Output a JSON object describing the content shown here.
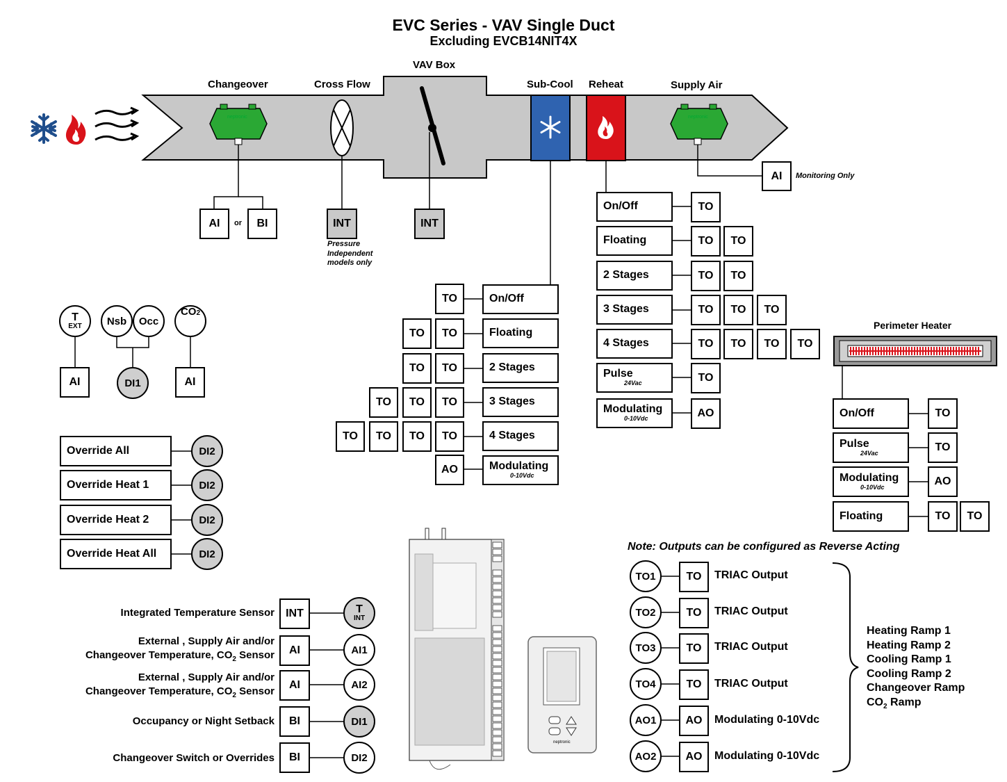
{
  "title": "EVC Series - VAV Single Duct",
  "subtitle": "Excluding EVCB14NIT4X",
  "duct": {
    "changeover": "Changeover",
    "cross_flow": "Cross Flow",
    "vav_box": "VAV Box",
    "sub_cool": "Sub-Cool",
    "reheat": "Reheat",
    "supply_air": "Supply Air",
    "sensor_brand": "neptronic"
  },
  "changeover_io": {
    "ai": "AI",
    "or": "or",
    "bi": "BI"
  },
  "cross_flow_io": {
    "int": "INT",
    "note_line1": "Pressure",
    "note_line2": "Independent",
    "note_line3": "models only"
  },
  "vav_io": {
    "int": "INT"
  },
  "supply_io": {
    "ai": "AI",
    "note": "Monitoring Only"
  },
  "subcool": {
    "outputs": [
      {
        "label": "On/Off",
        "sub": "",
        "tos": [
          "TO"
        ]
      },
      {
        "label": "Floating",
        "sub": "",
        "tos": [
          "TO",
          "TO"
        ]
      },
      {
        "label": "2 Stages",
        "sub": "",
        "tos": [
          "TO",
          "TO"
        ]
      },
      {
        "label": "3 Stages",
        "sub": "",
        "tos": [
          "TO",
          "TO",
          "TO"
        ]
      },
      {
        "label": "4 Stages",
        "sub": "",
        "tos": [
          "TO",
          "TO",
          "TO",
          "TO"
        ]
      },
      {
        "label": "Modulating",
        "sub": "0-10Vdc",
        "tos": [
          "AO"
        ]
      }
    ]
  },
  "reheat": {
    "outputs": [
      {
        "label": "On/Off",
        "sub": "",
        "tos": [
          "TO"
        ]
      },
      {
        "label": "Floating",
        "sub": "",
        "tos": [
          "TO",
          "TO"
        ]
      },
      {
        "label": "2 Stages",
        "sub": "",
        "tos": [
          "TO",
          "TO"
        ]
      },
      {
        "label": "3 Stages",
        "sub": "",
        "tos": [
          "TO",
          "TO",
          "TO"
        ]
      },
      {
        "label": "4 Stages",
        "sub": "",
        "tos": [
          "TO",
          "TO",
          "TO",
          "TO"
        ]
      },
      {
        "label": "Pulse",
        "sub": "24Vac",
        "tos": [
          "TO"
        ]
      },
      {
        "label": "Modulating",
        "sub": "0-10Vdc",
        "tos": [
          "AO"
        ]
      }
    ]
  },
  "perimeter": {
    "title": "Perimeter Heater",
    "outputs": [
      {
        "label": "On/Off",
        "sub": "",
        "tos": [
          "TO"
        ]
      },
      {
        "label": "Pulse",
        "sub": "24Vac",
        "tos": [
          "TO"
        ]
      },
      {
        "label": "Modulating",
        "sub": "0-10Vdc",
        "tos": [
          "AO"
        ]
      },
      {
        "label": "Floating",
        "sub": "",
        "tos": [
          "TO",
          "TO"
        ]
      }
    ]
  },
  "room_sensors": {
    "text": {
      "t": "T",
      "ext": "EXT",
      "ai": "AI"
    },
    "nsb": "Nsb",
    "occ": "Occ",
    "di1": "DI1",
    "co2": {
      "co": "CO",
      "two": "2",
      "ai": "AI"
    }
  },
  "overrides": [
    {
      "label": "Override All",
      "di": "DI2"
    },
    {
      "label": "Override Heat 1",
      "di": "DI2"
    },
    {
      "label": "Override Heat 2",
      "di": "DI2"
    },
    {
      "label": "Override Heat All",
      "di": "DI2"
    }
  ],
  "inputs": [
    {
      "line1": "Integrated Temperature Sensor",
      "line2": "",
      "type": "INT",
      "term": "T",
      "term_sub": "INT",
      "gray": true
    },
    {
      "line1": "External , Supply Air and/or",
      "line2": "Changeover Temperature, CO",
      "line2_sub": "2",
      "line2_end": " Sensor",
      "type": "AI",
      "term": "AI1",
      "term_sub": "",
      "gray": false
    },
    {
      "line1": "External , Supply Air and/or",
      "line2": "Changeover Temperature, CO",
      "line2_sub": "2",
      "line2_end": " Sensor",
      "type": "AI",
      "term": "AI2",
      "term_sub": "",
      "gray": false
    },
    {
      "line1": "Occupancy or Night Setback",
      "line2": "",
      "type": "BI",
      "term": "DI1",
      "term_sub": "",
      "gray": true
    },
    {
      "line1": "Changeover Switch or Overrides",
      "line2": "",
      "type": "BI",
      "term": "DI2",
      "term_sub": "",
      "gray": false
    }
  ],
  "device": {
    "brand": "neptronic"
  },
  "note": "Note: Outputs can be configured as Reverse Acting",
  "outputs_table": [
    {
      "term": "TO1",
      "type": "TO",
      "desc": "TRIAC Output"
    },
    {
      "term": "TO2",
      "type": "TO",
      "desc": "TRIAC Output"
    },
    {
      "term": "TO3",
      "type": "TO",
      "desc": "TRIAC Output"
    },
    {
      "term": "TO4",
      "type": "TO",
      "desc": "TRIAC Output"
    },
    {
      "term": "AO1",
      "type": "AO",
      "desc": "Modulating 0-10Vdc"
    },
    {
      "term": "AO2",
      "type": "AO",
      "desc": "Modulating 0-10Vdc"
    }
  ],
  "ramps": [
    "Heating Ramp 1",
    "Heating Ramp 2",
    "Cooling Ramp 1",
    "Cooling Ramp 2",
    "Changeover Ramp",
    "CO"
  ],
  "ramp_last": {
    "co": "CO",
    "sub": "2",
    "end": " Ramp"
  },
  "colors": {
    "duct": "#c8c8c8",
    "cool": "#2f63b0",
    "heat": "#d9131a",
    "sensor_green": "#2aa834",
    "gray_term": "#cfcfcf",
    "snow_blue": "#1f4e8c"
  }
}
